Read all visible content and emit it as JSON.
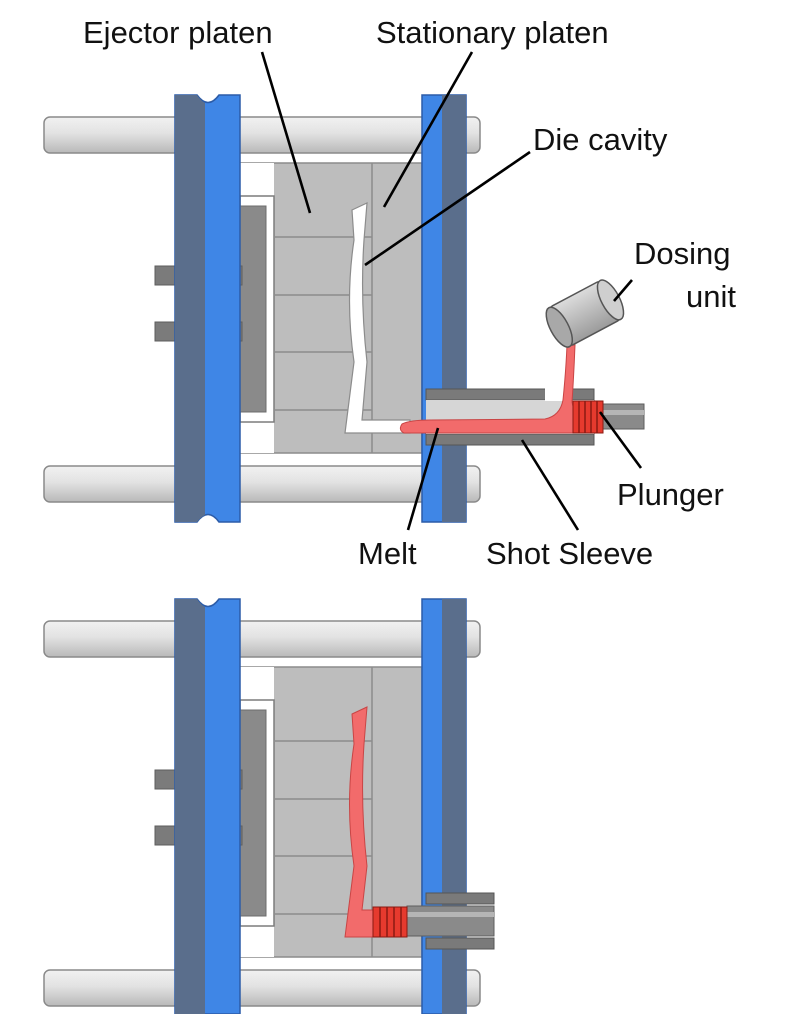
{
  "labels": {
    "ejector_platen": "Ejector platen",
    "stationary_platen": "Stationary platen",
    "die_cavity": "Die cavity",
    "dosing_unit_line1": "Dosing",
    "dosing_unit_line2": "unit",
    "plunger": "Plunger",
    "melt": "Melt",
    "shot_sleeve": "Shot Sleeve"
  },
  "colors": {
    "platen_blue": "#3f86e6",
    "platen_dark": "#5a6e8c",
    "die_grey": "#bdbdbd",
    "rod_light": "#e6e6e6",
    "melt": "#f26b6b",
    "plunger_red": "#e63a2e",
    "sleeve_dark": "#7a7a7a"
  }
}
